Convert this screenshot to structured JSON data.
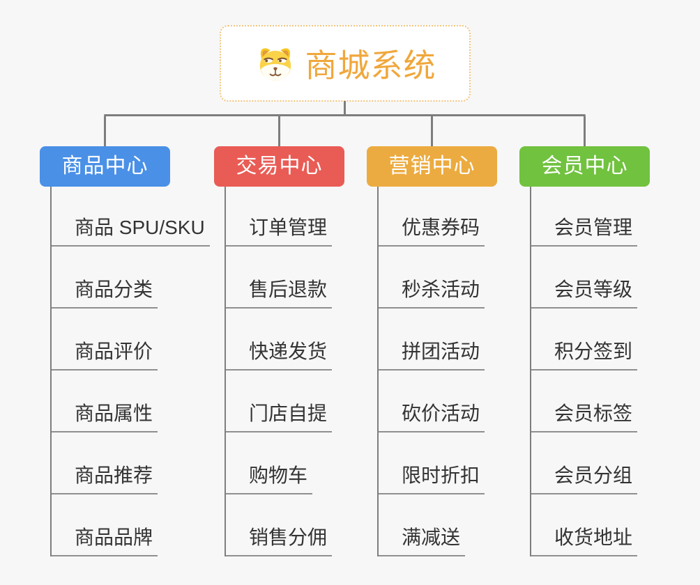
{
  "page": {
    "background_color": "#f7f7f7",
    "connector_color": "#7d7d7d",
    "line_color": "#8f8f8f",
    "item_text_color": "#333333"
  },
  "root": {
    "title": "商城系统",
    "icon": "dog-face-icon",
    "title_color": "#f0a73c",
    "border_color": "#f1c47c",
    "background": "#ffffff"
  },
  "branches": [
    {
      "id": "product-center",
      "label": "商品中心",
      "color": "#4a90e6",
      "items": [
        "商品 SPU/SKU",
        "商品分类",
        "商品评价",
        "商品属性",
        "商品推荐",
        "商品品牌"
      ]
    },
    {
      "id": "trade-center",
      "label": "交易中心",
      "color": "#e95c55",
      "items": [
        "订单管理",
        "售后退款",
        "快递发货",
        "门店自提",
        "购物车",
        "销售分佣"
      ]
    },
    {
      "id": "marketing-center",
      "label": "营销中心",
      "color": "#ecab40",
      "items": [
        "优惠券码",
        "秒杀活动",
        "拼团活动",
        "砍价活动",
        "限时折扣",
        "满减送"
      ]
    },
    {
      "id": "member-center",
      "label": "会员中心",
      "color": "#71c23f",
      "items": [
        "会员管理",
        "会员等级",
        "积分签到",
        "会员标签",
        "会员分组",
        "收货地址"
      ]
    }
  ]
}
